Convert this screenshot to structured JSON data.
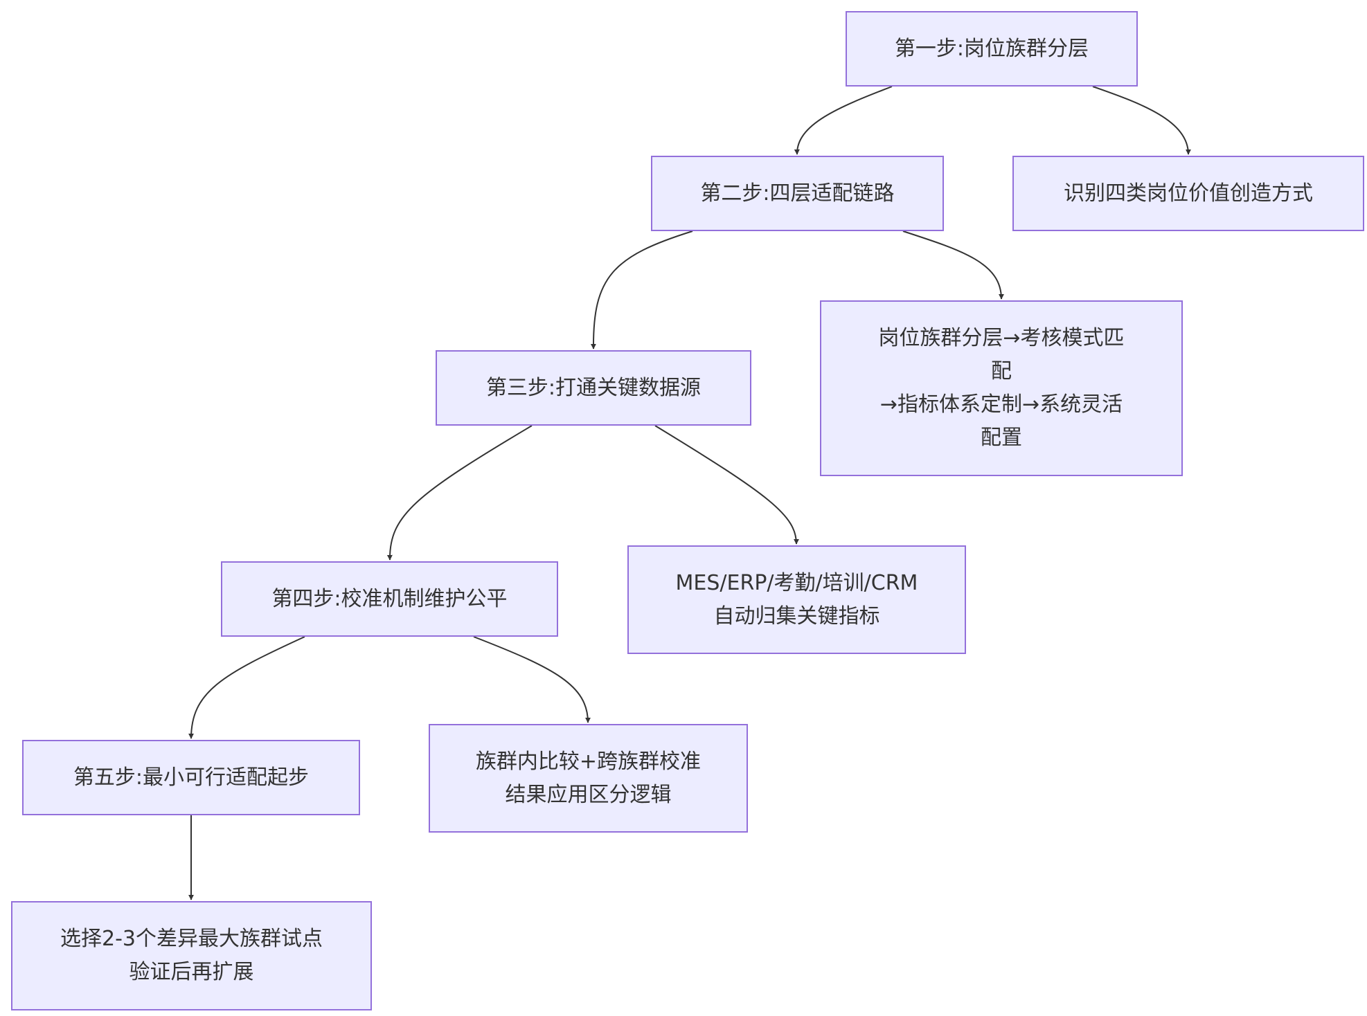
{
  "diagram": {
    "nodes": [
      {
        "id": "n1",
        "label": "第一步:岗位族群分层"
      },
      {
        "id": "n2",
        "label": "第二步:四层适配链路"
      },
      {
        "id": "n3",
        "label": "识别四类岗位价值创造方式"
      },
      {
        "id": "n4",
        "label": "第三步:打通关键数据源"
      },
      {
        "id": "n5",
        "label": "岗位族群分层→考核模式匹\n配\n→指标体系定制→系统灵活\n配置"
      },
      {
        "id": "n6",
        "label": "第四步:校准机制维护公平"
      },
      {
        "id": "n7",
        "label": "MES/ERP/考勤/培训/CRM\n自动归集关键指标"
      },
      {
        "id": "n8",
        "label": "第五步:最小可行适配起步"
      },
      {
        "id": "n9",
        "label": "族群内比较+跨族群校准\n结果应用区分逻辑"
      },
      {
        "id": "n10",
        "label": "选择2-3个差异最大族群试点\n验证后再扩展"
      }
    ],
    "edges": [
      {
        "from": "n1",
        "to": "n2"
      },
      {
        "from": "n1",
        "to": "n3"
      },
      {
        "from": "n2",
        "to": "n4"
      },
      {
        "from": "n2",
        "to": "n5"
      },
      {
        "from": "n4",
        "to": "n6"
      },
      {
        "from": "n4",
        "to": "n7"
      },
      {
        "from": "n6",
        "to": "n8"
      },
      {
        "from": "n6",
        "to": "n9"
      },
      {
        "from": "n8",
        "to": "n10"
      }
    ],
    "colors": {
      "node_fill": "#ececff",
      "node_border": "#9370db",
      "text": "#333333",
      "edge": "#333333"
    }
  }
}
